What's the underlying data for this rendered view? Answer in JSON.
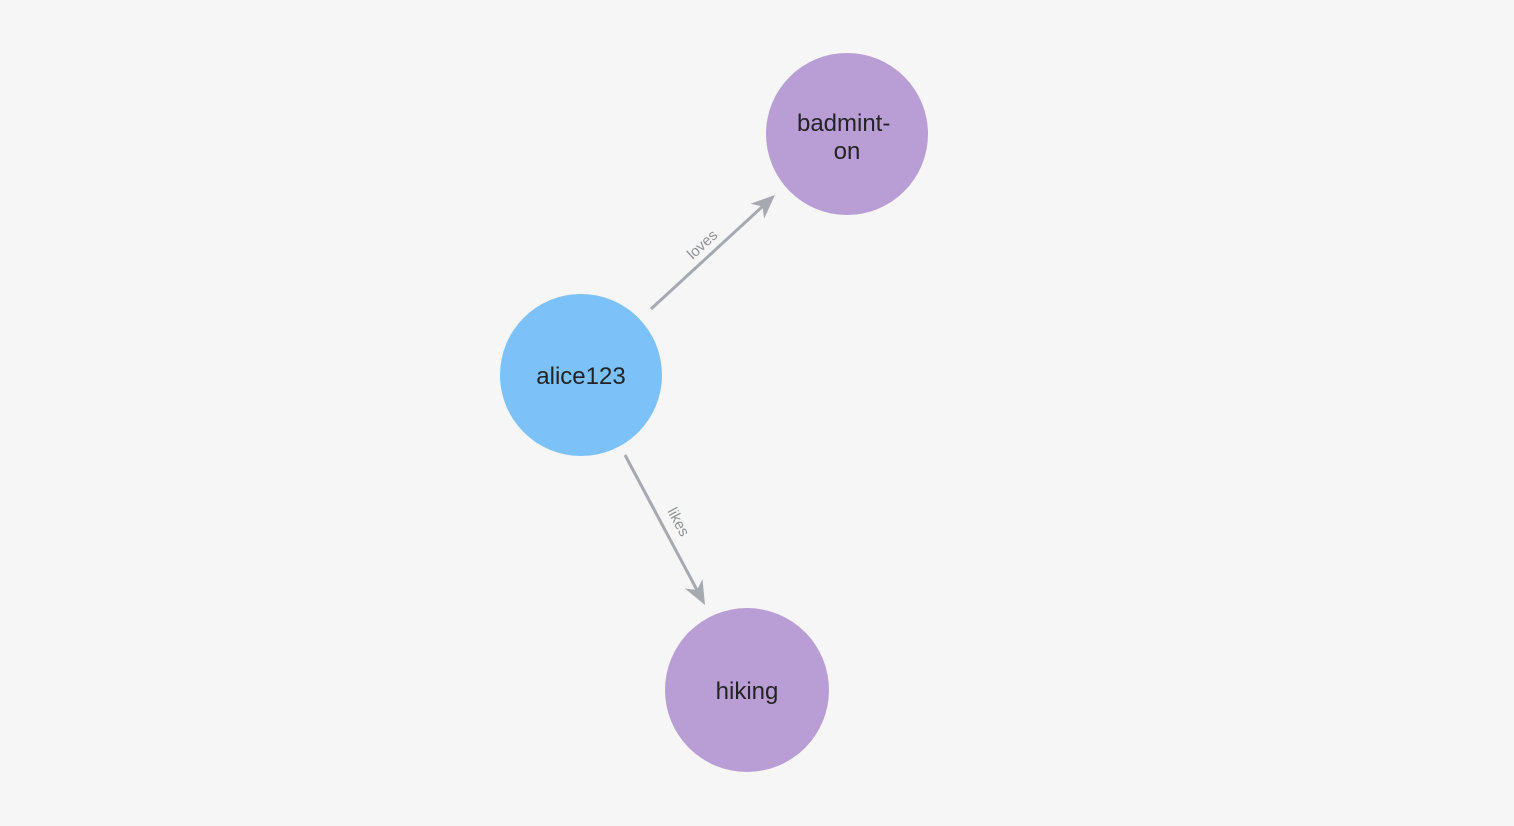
{
  "canvas": {
    "background_color": "#f5f6f5"
  },
  "graph": {
    "node_label_color": "#232323",
    "edge_color": "#a6a9b0",
    "edge_label_color": "#8f9297",
    "nodes": [
      {
        "label": "alice123",
        "display_lines": [
          "alice123"
        ],
        "color": "#7cc2f9"
      },
      {
        "label": "badminton",
        "display_lines": [
          "badmint-",
          "on"
        ],
        "color": "#b99ed6"
      },
      {
        "label": "hiking",
        "display_lines": [
          "hiking"
        ],
        "color": "#b99ed6"
      }
    ],
    "edges": [
      {
        "from": "alice123",
        "to": "badminton",
        "label": "loves"
      },
      {
        "from": "alice123",
        "to": "hiking",
        "label": "likes"
      }
    ]
  }
}
